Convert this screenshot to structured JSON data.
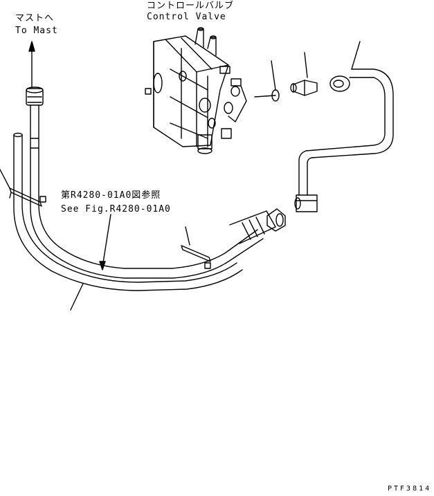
{
  "labels": {
    "mast_jp": "マストへ",
    "mast_en": "To Mast",
    "control_valve_jp": "コントロールバルブ",
    "control_valve_en": "Control Valve",
    "see_fig_jp": "第R4280-01A0図参照",
    "see_fig_en": "See Fig.R4280-01A0",
    "drawing_code": "PTF3814"
  }
}
